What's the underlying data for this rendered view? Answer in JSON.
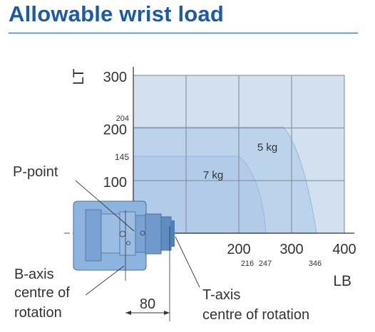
{
  "title": "Allowable wrist load",
  "axes": {
    "y_label": "LT",
    "x_label": "LB",
    "y_ticks": [
      "300",
      "200",
      "100"
    ],
    "y_marks": [
      "204",
      "145"
    ],
    "x_ticks": [
      "200",
      "300",
      "400"
    ],
    "x_marks": [
      "216",
      "247",
      "346"
    ]
  },
  "zones": {
    "outer_label": "5 kg",
    "inner_label": "7 kg"
  },
  "annotations": {
    "p_point": "P-point",
    "b_axis_line1": "B-axis",
    "b_axis_line2": "centre of",
    "b_axis_line3": "rotation",
    "offset": "80",
    "t_axis_line1": "T-axis",
    "t_axis_line2": "centre of rotation"
  },
  "colors": {
    "title": "#1a5aa6",
    "grid_bg": "#d3e0ef",
    "zone_fill": "#bcd3ec",
    "wrist_body": "#8db3df"
  }
}
